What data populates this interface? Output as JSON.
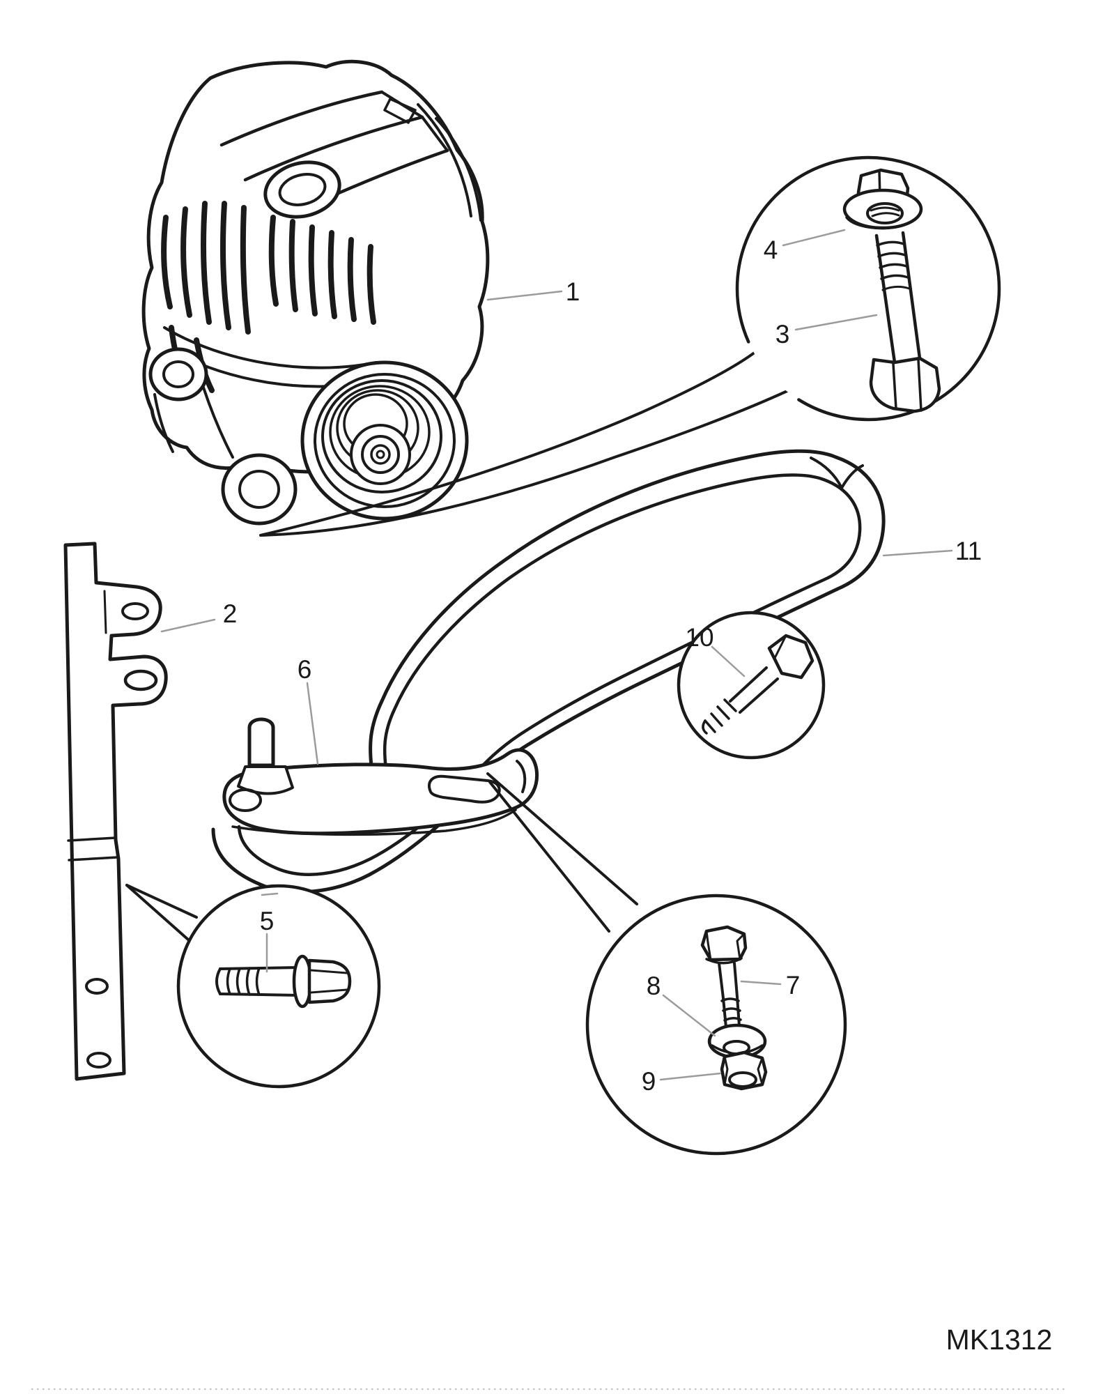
{
  "diagram": {
    "callouts": {
      "c1": "1",
      "c2": "2",
      "c3": "3",
      "c4": "4",
      "c5": "5",
      "c6": "6",
      "c7": "7",
      "c8": "8",
      "c9": "9",
      "c10": "10",
      "c11": "11"
    },
    "drawing_code": "MK1312",
    "colors": {
      "ink": "#1a1a1a",
      "leader": "#9b9b9b",
      "background": "#ffffff"
    }
  }
}
